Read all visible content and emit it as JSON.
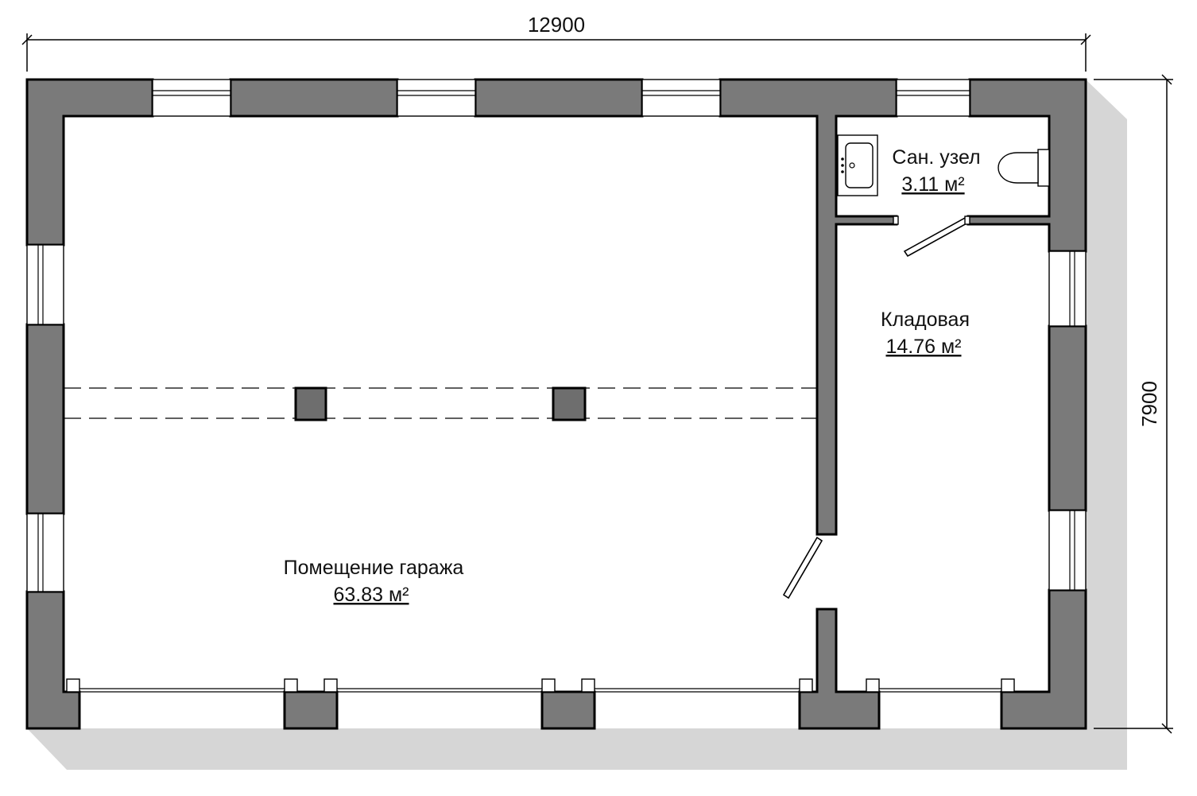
{
  "dimensions": {
    "width": "12900",
    "height": "7900"
  },
  "rooms": [
    {
      "name": "Помещение гаража",
      "area": "63.83 м²"
    },
    {
      "name": "Кладовая",
      "area": "14.76 м²"
    },
    {
      "name": "Сан. узел",
      "area": "3.11 м²"
    }
  ],
  "colors": {
    "wall": "#7a7a7a",
    "shadow": "#d6d6d6",
    "column": "#6e6e6e"
  }
}
